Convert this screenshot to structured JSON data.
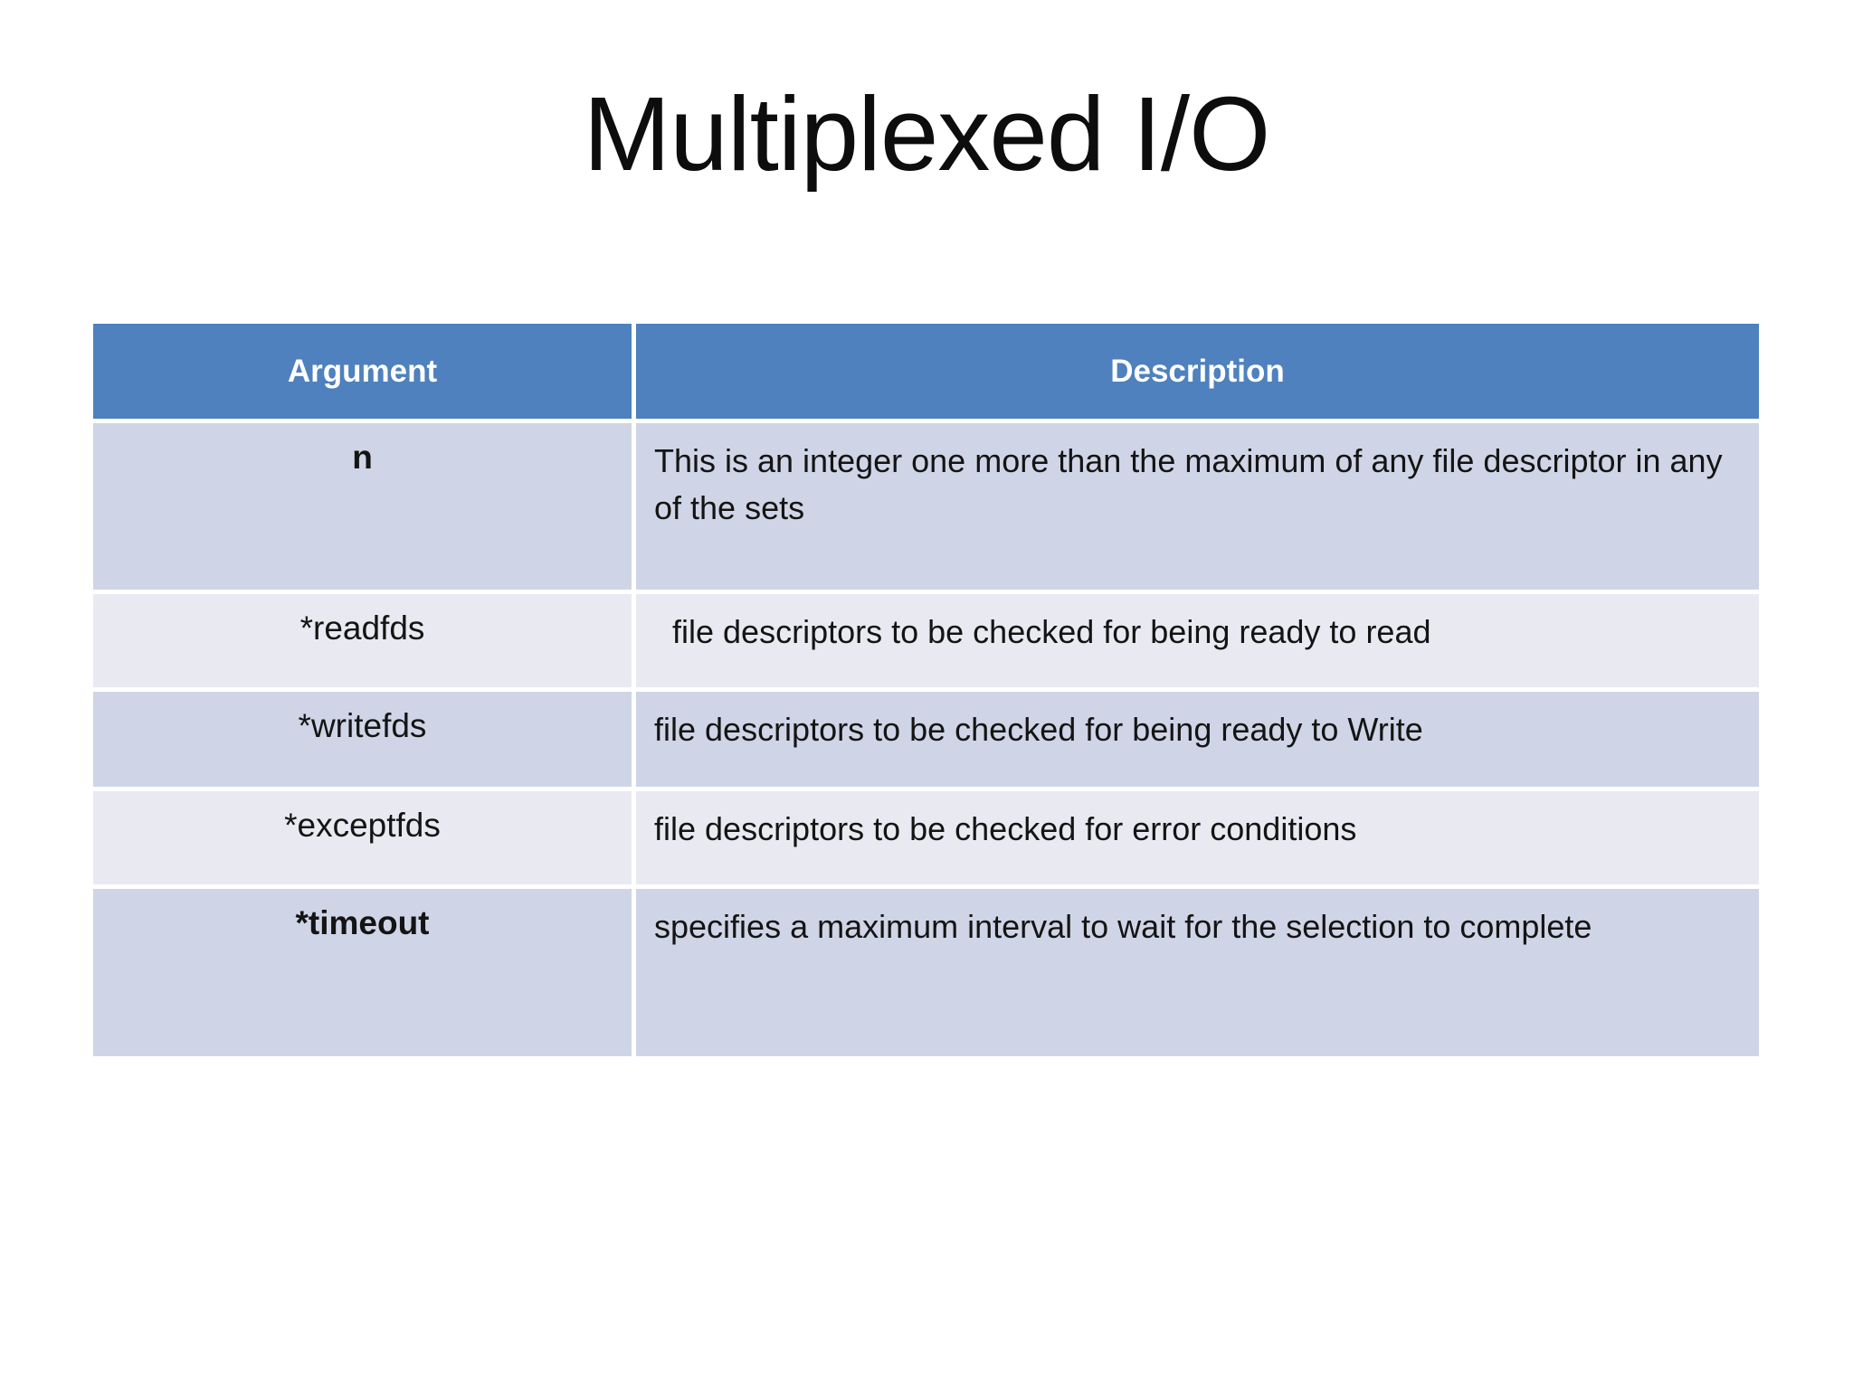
{
  "slide": {
    "title": "Multiplexed I/O"
  },
  "table": {
    "headers": {
      "argument": "Argument",
      "description": "Description"
    },
    "rows": [
      {
        "argument": "n",
        "description": "This is an integer one more than the maximum of any file descriptor in any of the sets"
      },
      {
        "argument": "*readfds",
        "description": "  file descriptors to be checked for being ready to read"
      },
      {
        "argument": "*writefds",
        "description": "file descriptors to be checked for being ready to Write"
      },
      {
        "argument": "*exceptfds",
        "description": "file descriptors to be checked for error conditions"
      },
      {
        "argument": "*timeout",
        "description": "specifies a maximum interval to wait for the selection to complete"
      }
    ]
  },
  "colors": {
    "header_bg": "#4E81BD",
    "header_text": "#FFFFFF",
    "band_dark": "#CFD5E6",
    "band_light": "#E9EAF1",
    "body_text": "#141414"
  }
}
